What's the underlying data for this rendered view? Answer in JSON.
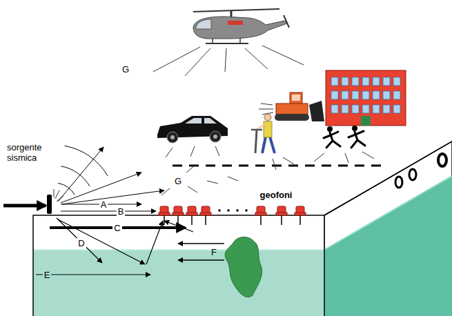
{
  "diagram": {
    "labels": [
      "G",
      "G",
      "sorgente sismica",
      "geofoni",
      "A",
      "B",
      "C",
      "D",
      "F",
      "E"
    ]
  }
}
